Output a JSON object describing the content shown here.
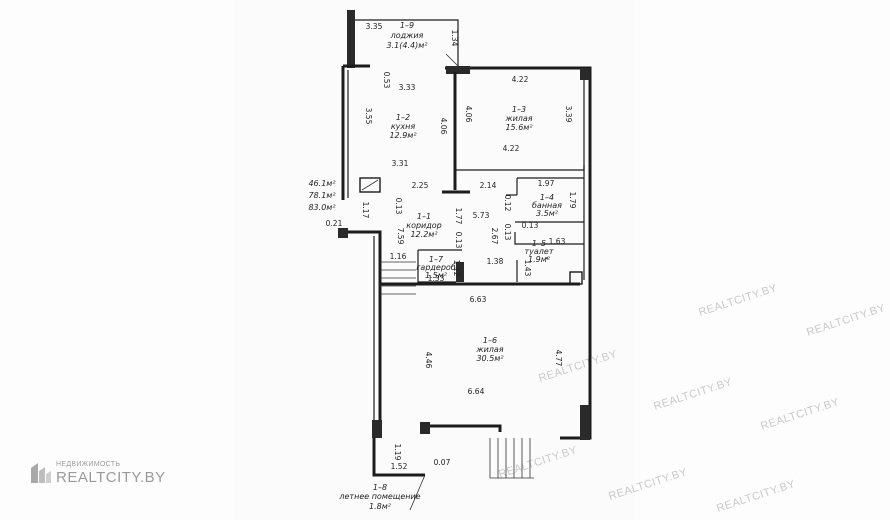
{
  "rooms": {
    "r19": {
      "id": "1–9",
      "name": "лоджия",
      "area": "3.1(4.4)м²"
    },
    "r12": {
      "id": "1–2",
      "name": "кухня",
      "area": "12.9м²"
    },
    "r13": {
      "id": "1–3",
      "name": "жилая",
      "area": "15.6м²"
    },
    "r11": {
      "id": "1–1",
      "name": "коридор",
      "area": "12.2м²"
    },
    "r14": {
      "id": "1–4",
      "name": "банная",
      "area": "3.5м²"
    },
    "r15": {
      "id": "1–5",
      "name": "туалет",
      "area": "1.9м²"
    },
    "r17": {
      "id": "1–7",
      "name": "гардероб",
      "area": "1.5м²"
    },
    "r16": {
      "id": "1–6",
      "name": "жилая",
      "area": "30.5м²"
    },
    "r18": {
      "id": "1–8",
      "name": "летнее помещение",
      "area": "1.8м²"
    }
  },
  "totals": {
    "t1": "46.1м²",
    "t2": "78.1м²",
    "t3": "83.0м²"
  },
  "dims": {
    "d335": "3.35",
    "d134": "1.34",
    "d053": "0.53",
    "d333": "3.33",
    "d422a": "4.22",
    "d355": "3.55",
    "d406a": "4.06",
    "d406b": "4.06",
    "d339": "3.39",
    "d422b": "4.22",
    "d331": "3.31",
    "d225": "2.25",
    "d214": "2.14",
    "d197": "1.97",
    "d117": "1.17",
    "d013a": "0.13",
    "d012": "0.12",
    "d179": "1.79",
    "d021": "0.21",
    "d759": "7.59",
    "d177": "1.77",
    "d573": "5.73",
    "d267": "2.67",
    "d013b": "0.13",
    "d013c": "0.13",
    "d163": "1.63",
    "d116": "1.16",
    "d112": "1.12",
    "d138": "1.38",
    "d143": "1.43",
    "d133": "1.33",
    "d663": "6.63",
    "d446": "4.46",
    "d477": "4.77",
    "d664": "6.64",
    "d119": "1.19",
    "d152": "1.52",
    "d007": "0.07"
  },
  "watermark": {
    "text": "REALTCITY.BY"
  },
  "brand": {
    "small": "НЕДВИЖИМОСТЬ",
    "big": "REALTCITY.BY"
  }
}
